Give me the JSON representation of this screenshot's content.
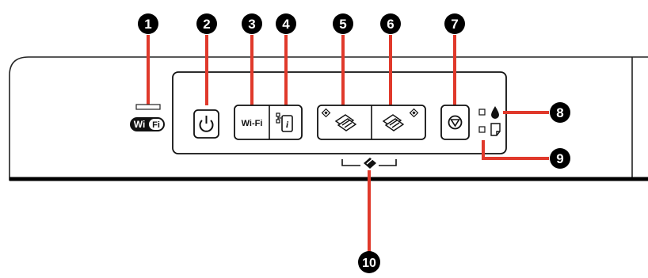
{
  "callouts": [
    {
      "label": "1"
    },
    {
      "label": "2"
    },
    {
      "label": "3"
    },
    {
      "label": "4"
    },
    {
      "label": "5"
    },
    {
      "label": "6"
    },
    {
      "label": "7"
    },
    {
      "label": "8"
    },
    {
      "label": "9"
    },
    {
      "label": "10"
    }
  ],
  "wifi_logo": {
    "left": "Wi",
    "right": "Fi"
  },
  "buttons": {
    "wifi_label": "Wi-Fi"
  },
  "icons": {
    "power": "power-icon",
    "network_status": "network-status-icon",
    "bw_copy": "black-white-copy-icon",
    "color_copy": "color-copy-icon",
    "stop": "stop-icon",
    "ink": "ink-drop-icon",
    "paper": "paper-icon",
    "copy_group": "copy-indicator-icon"
  },
  "colors": {
    "callout_bg": "#000000",
    "leader_line": "#e0392b",
    "panel_line": "#111111"
  }
}
